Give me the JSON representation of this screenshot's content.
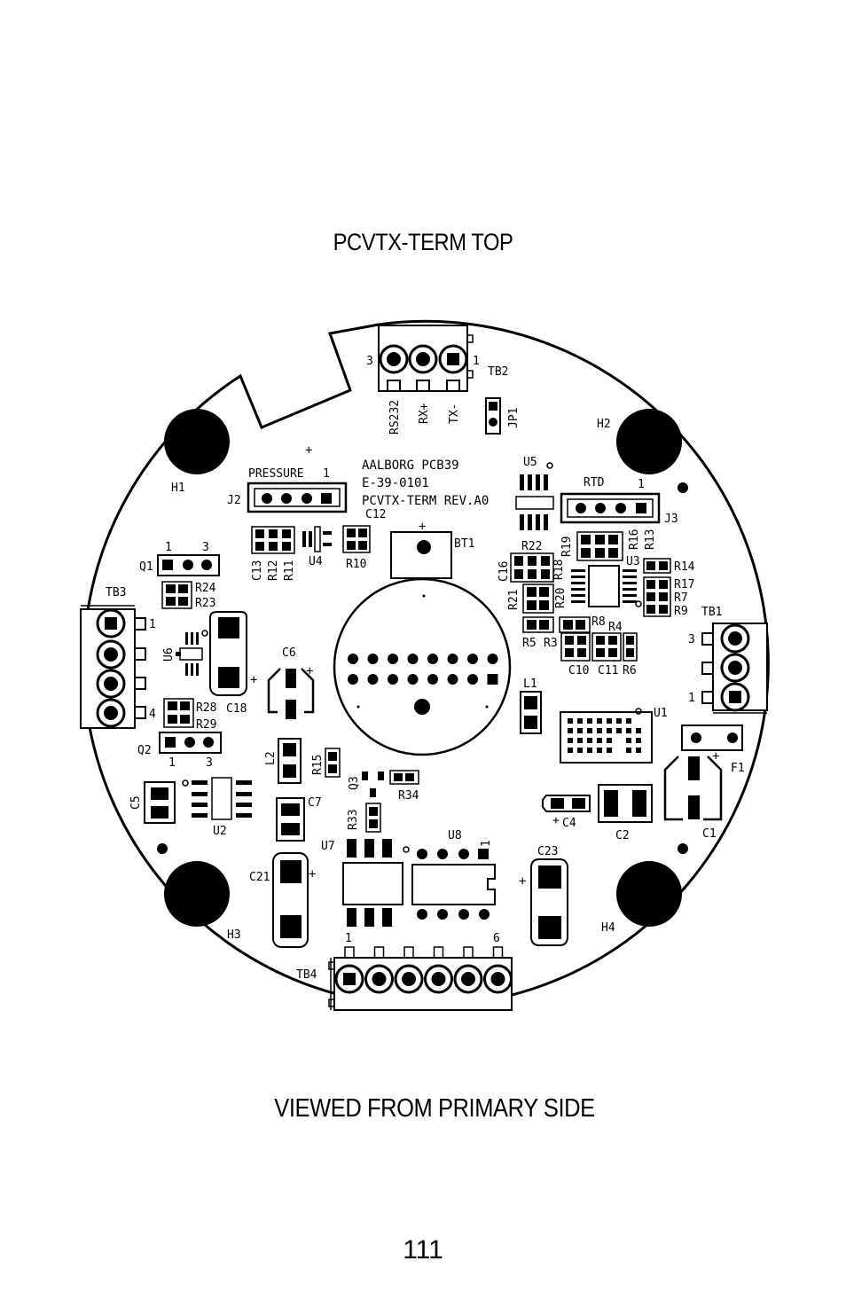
{
  "title": "PCVTX-TERM TOP",
  "subtitle": "VIEWED FROM PRIMARY SIDE",
  "page_number": "111",
  "board": {
    "silk_line1": "AALBORG PCB39",
    "silk_line2": "E-39-0101",
    "silk_line3": "PCVTX-TERM REV.A0",
    "plus": "+",
    "terminals": {
      "tb2": "TB2",
      "tb2_pin_low": "1",
      "tb2_pin_high": "3",
      "rs232": "RS232",
      "rxp": "RX+",
      "txm": "TX-",
      "tb1": "TB1",
      "tb1_pin3": "3",
      "tb1_pin1": "1",
      "tb3": "TB3",
      "tb3_pin1": "1",
      "tb3_pin4": "4",
      "tb4": "TB4",
      "tb4_pin1": "1",
      "tb4_pin6": "6"
    },
    "connectors": {
      "j2": "J2",
      "pressure": "PRESSURE",
      "j2_pin1": "1",
      "j3": "J3",
      "rtd": "RTD",
      "j3_pin1": "1",
      "jp1": "JP1"
    },
    "holes": {
      "h1": "H1",
      "h2": "H2",
      "h3": "H3",
      "h4": "H4"
    },
    "parts": {
      "bt1": "BT1",
      "u1": "U1",
      "u2": "U2",
      "u3": "U3",
      "u4": "U4",
      "u5": "U5",
      "u6": "U6",
      "u7": "U7",
      "u8": "U8",
      "q1": "Q1",
      "q1_pin1": "1",
      "q1_pin3": "3",
      "q2": "Q2",
      "q2_pin1": "1",
      "q2_pin3": "3",
      "q3": "Q3",
      "c1": "C1",
      "c2": "C2",
      "c4": "C4",
      "c5": "C5",
      "c6": "C6",
      "c7": "C7",
      "c10": "C10",
      "c11": "C11",
      "c12": "C12",
      "c13": "C13",
      "c16": "C16",
      "c18": "C18",
      "c21": "C21",
      "c23": "C23",
      "l1": "L1",
      "l2": "L2",
      "f1": "F1",
      "r3": "R3",
      "r4": "R4",
      "r5": "R5",
      "r6": "R6",
      "r7": "R7",
      "r8": "R8",
      "r9": "R9",
      "r10": "R10",
      "r11": "R11",
      "r12": "R12",
      "r13": "R13",
      "r14": "R14",
      "r15": "R15",
      "r16": "R16",
      "r17": "R17",
      "r18": "R18",
      "r19": "R19",
      "r20": "R20",
      "r21": "R21",
      "r22": "R22",
      "r23": "R23",
      "r24": "R24",
      "r28": "R28",
      "r29": "R29",
      "r33": "R33",
      "r34": "R34",
      "u8_pin1": "1"
    }
  }
}
